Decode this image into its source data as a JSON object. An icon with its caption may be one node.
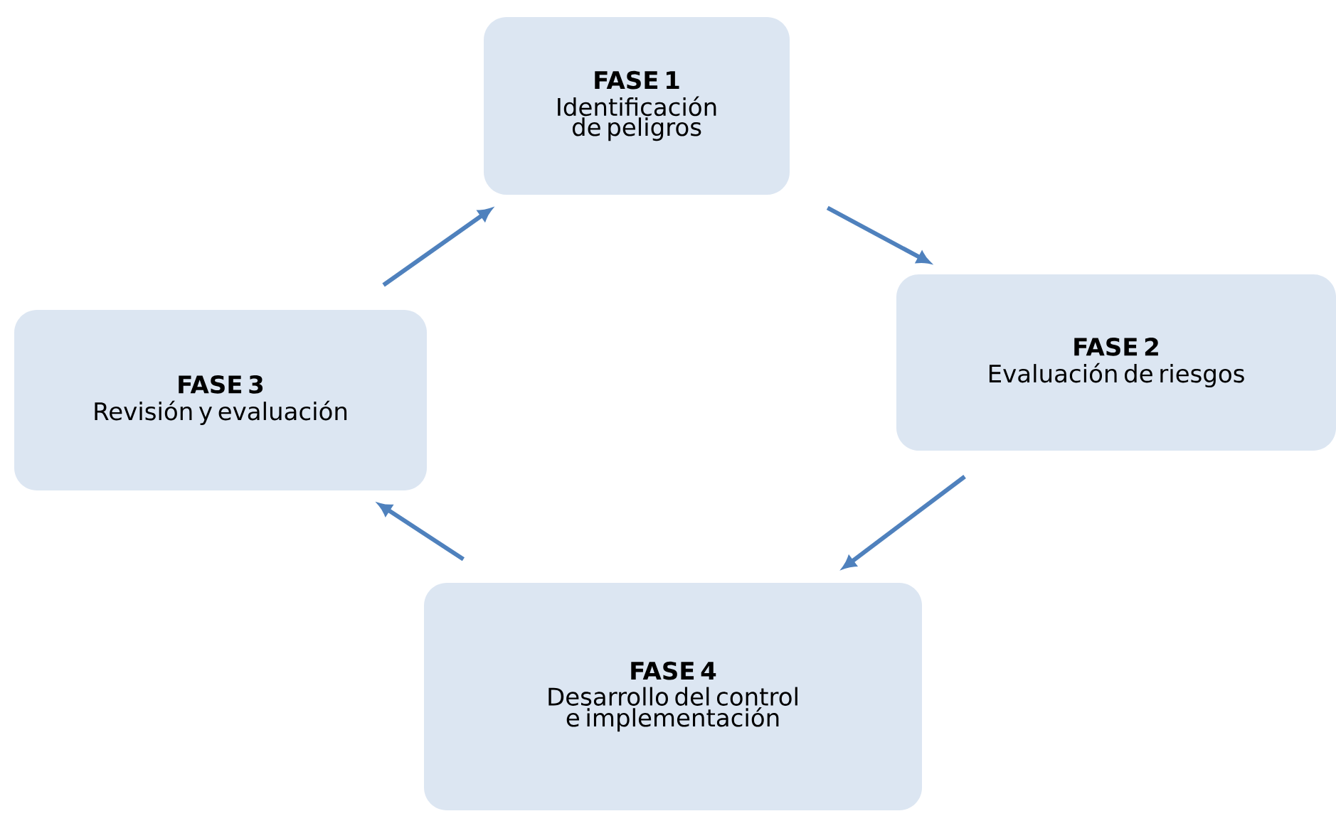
{
  "diagram": {
    "nodes": [
      {
        "text": [
          "FASE 1",
          "Identificación de peligros"
        ]
      },
      {
        "text": [
          "FASE 2",
          "Evaluación de riesgos"
        ]
      },
      {
        "text": [
          "FASE 3",
          "Revisión y evaluación"
        ]
      },
      {
        "text": [
          "FASE 4",
          "Desarrollo del control e implementación"
        ]
      }
    ],
    "edges": [
      {
        "from": 0,
        "to": 1,
        "arrow": "to"
      },
      {
        "from": 1,
        "to": 3,
        "arrow": "to"
      },
      {
        "from": 3,
        "to": 2,
        "arrow": "to"
      },
      {
        "from": 2,
        "to": 0,
        "arrow": "to"
      }
    ]
  }
}
